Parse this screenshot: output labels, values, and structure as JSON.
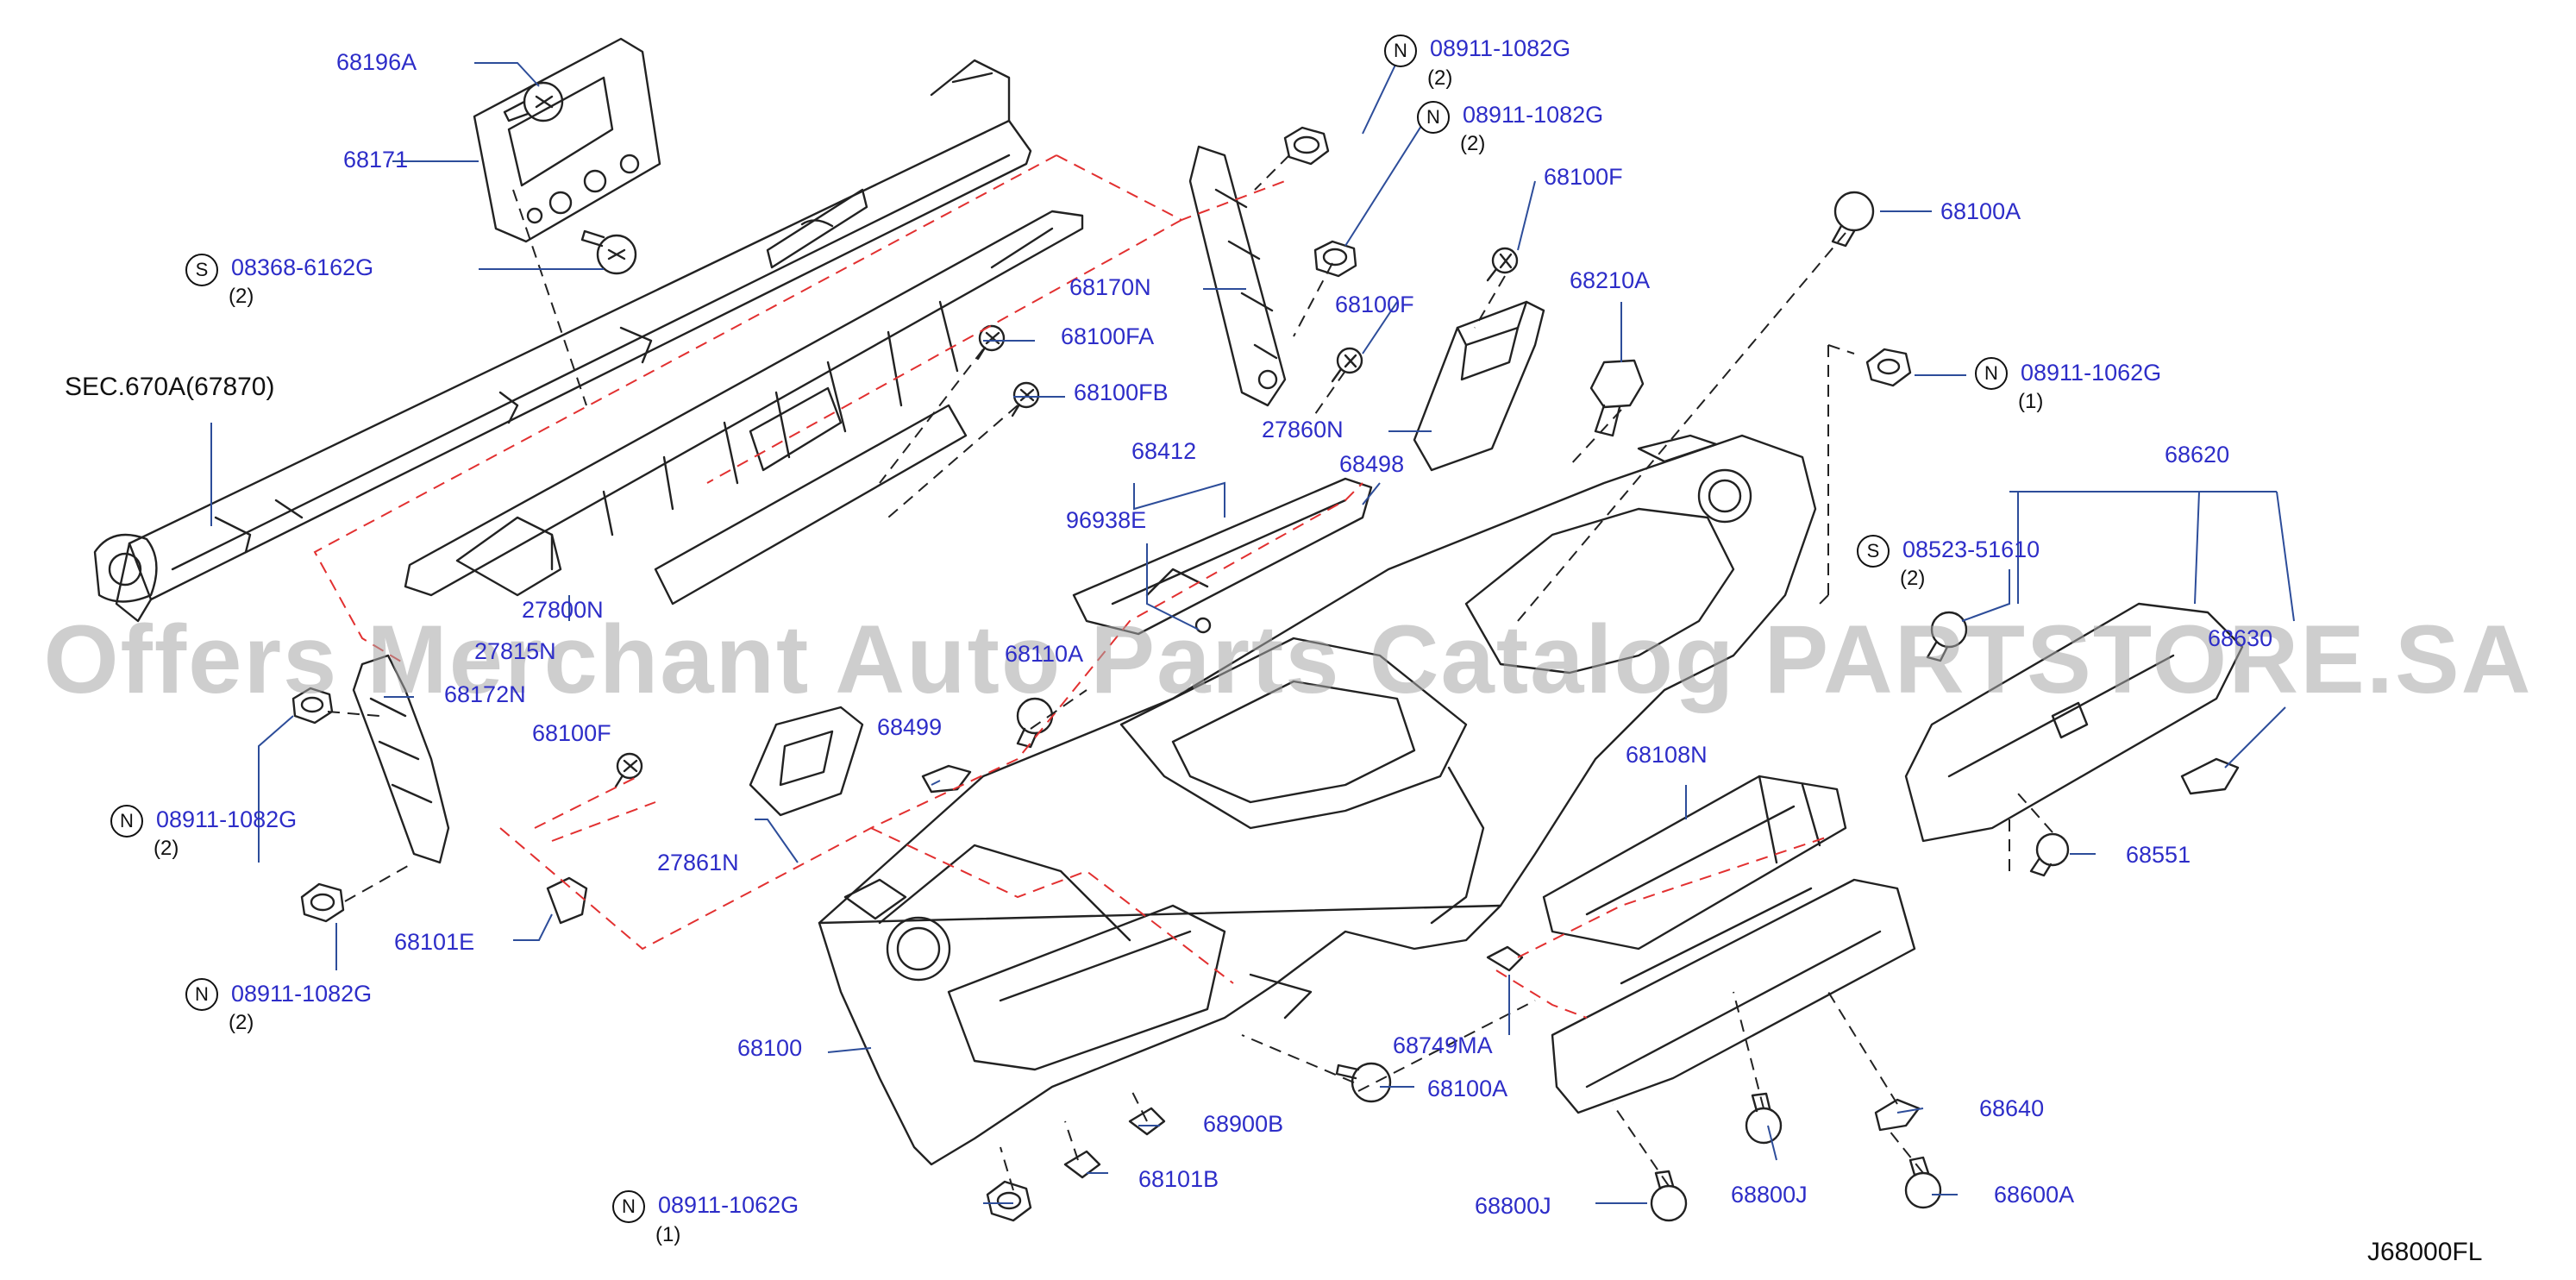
{
  "diagram": {
    "ref_code": "J68000FL",
    "watermark": "Offers Merchant Auto Parts Catalog PARTSTORE.SA",
    "section_ref": "SEC.670A(67870)",
    "parts": [
      {
        "label": "68196A"
      },
      {
        "label": "68171"
      },
      {
        "label": "08368-6162G",
        "badge": "S",
        "qty": "(2)"
      },
      {
        "label": "08911-1082G",
        "badge": "N",
        "qty": "(2)"
      },
      {
        "label": "08911-1082G",
        "badge": "N",
        "qty": "(2)"
      },
      {
        "label": "68170N"
      },
      {
        "label": "68100F"
      },
      {
        "label": "68100F"
      },
      {
        "label": "68100FA"
      },
      {
        "label": "68100FB"
      },
      {
        "label": "27860N"
      },
      {
        "label": "68210A"
      },
      {
        "label": "68100A"
      },
      {
        "label": "08911-1062G",
        "badge": "N",
        "qty": "(1)"
      },
      {
        "label": "68412"
      },
      {
        "label": "68498"
      },
      {
        "label": "96938E"
      },
      {
        "label": "27800N"
      },
      {
        "label": "68620"
      },
      {
        "label": "08523-51610",
        "badge": "S",
        "qty": "(2)"
      },
      {
        "label": "27815N"
      },
      {
        "label": "68172N"
      },
      {
        "label": "68110A"
      },
      {
        "label": "68630"
      },
      {
        "label": "68100F"
      },
      {
        "label": "68499"
      },
      {
        "label": "08911-1082G",
        "badge": "N",
        "qty": "(2)"
      },
      {
        "label": "27861N"
      },
      {
        "label": "68108N"
      },
      {
        "label": "68551"
      },
      {
        "label": "68101E"
      },
      {
        "label": "08911-1082G",
        "badge": "N",
        "qty": "(2)"
      },
      {
        "label": "68100"
      },
      {
        "label": "68749MA"
      },
      {
        "label": "68100A"
      },
      {
        "label": "68640"
      },
      {
        "label": "68900B"
      },
      {
        "label": "68101B"
      },
      {
        "label": "08911-1062G",
        "badge": "N",
        "qty": "(1)"
      },
      {
        "label": "68800J"
      },
      {
        "label": "68800J"
      },
      {
        "label": "68600A"
      }
    ]
  }
}
